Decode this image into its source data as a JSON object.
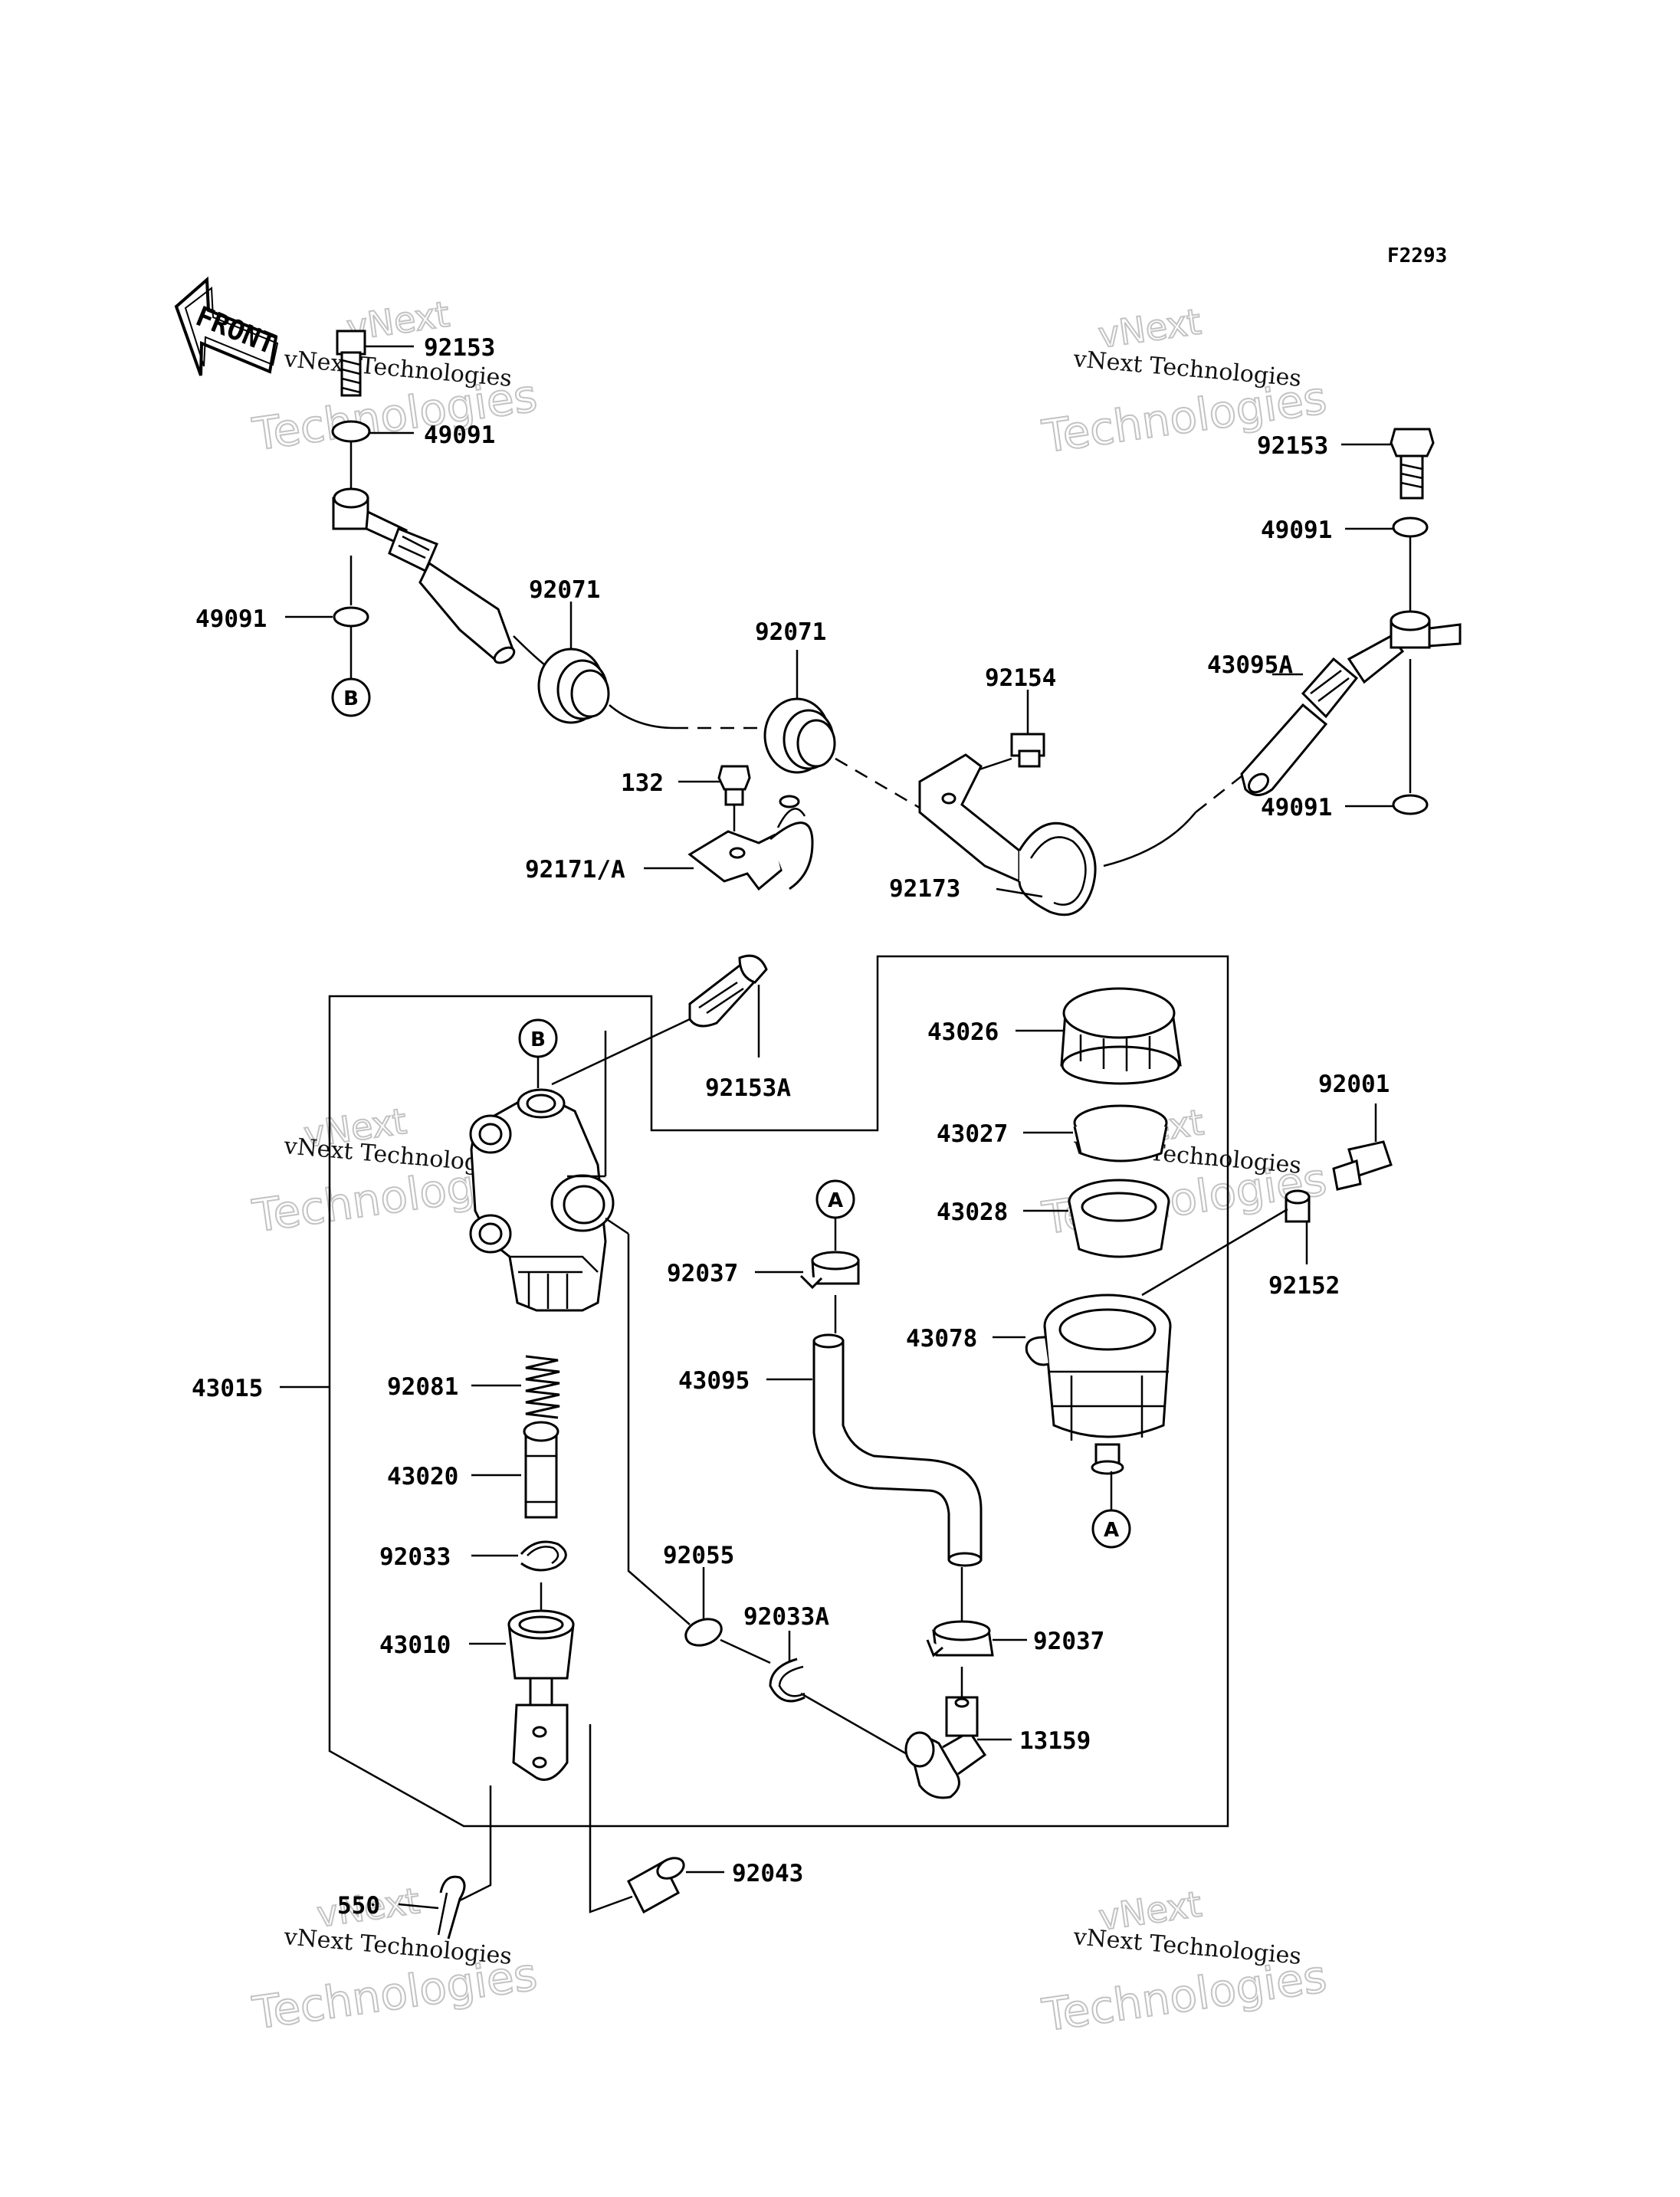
{
  "figure_code": "F2293",
  "front_arrow_label": "FRONT",
  "watermark": {
    "line1": "vNext Technologies",
    "line2": "vNext",
    "line3": "Technologies"
  },
  "labels": {
    "p92153_top": "92153",
    "p49091_top": "49091",
    "p49091_left": "49091",
    "p92071_a": "92071",
    "p92071_b": "92071",
    "p92154": "92154",
    "p43095A": "43095A",
    "p92153_right": "92153",
    "p49091_right_top": "49091",
    "p49091_right_bot": "49091",
    "p132": "132",
    "p92171A": "92171/A",
    "p92173": "92173",
    "p92153A": "92153A",
    "p43026": "43026",
    "p43027": "43027",
    "p43028": "43028",
    "p92001": "92001",
    "p92152": "92152",
    "p43078": "43078",
    "p92037_top": "92037",
    "p43095": "43095",
    "p43015": "43015",
    "p92081": "92081",
    "p43020": "43020",
    "p92033": "92033",
    "p43010": "43010",
    "p92055": "92055",
    "p92033A": "92033A",
    "p92037_bot": "92037",
    "p13159": "13159",
    "p550": "550",
    "p92043": "92043"
  },
  "callouts": {
    "b_top": "B",
    "b_body": "B",
    "a_hose": "A",
    "a_reservoir": "A"
  }
}
